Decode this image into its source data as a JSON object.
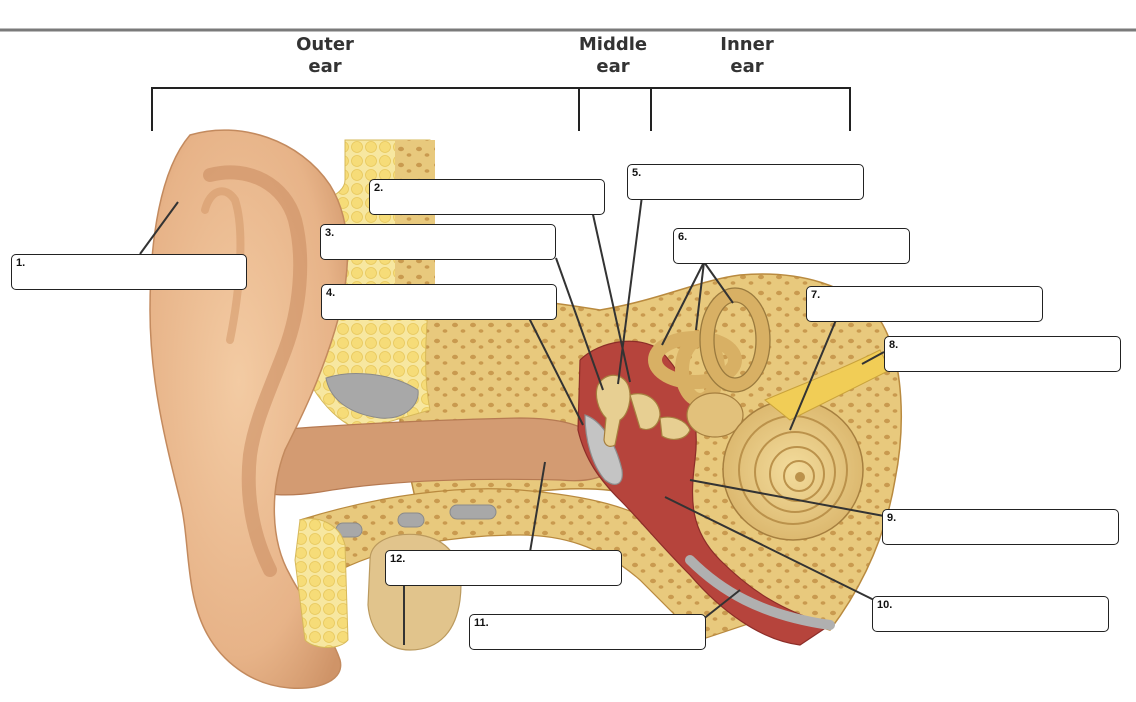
{
  "regions": {
    "outer": [
      "Outer",
      "ear"
    ],
    "middle": [
      "Middle",
      "ear"
    ],
    "inner": [
      "Inner",
      "ear"
    ]
  },
  "labels": [
    {
      "num": "1.",
      "value": ""
    },
    {
      "num": "2.",
      "value": ""
    },
    {
      "num": "3.",
      "value": ""
    },
    {
      "num": "4.",
      "value": ""
    },
    {
      "num": "5.",
      "value": ""
    },
    {
      "num": "6.",
      "value": ""
    },
    {
      "num": "7.",
      "value": ""
    },
    {
      "num": "8.",
      "value": ""
    },
    {
      "num": "9.",
      "value": ""
    },
    {
      "num": "10.",
      "value": ""
    },
    {
      "num": "11.",
      "value": ""
    },
    {
      "num": "12.",
      "value": ""
    }
  ],
  "colors": {
    "skin": "#e9b98d",
    "skin_shadow": "#c98b5e",
    "bone": "#e8c97d",
    "fat": "#f7e28c",
    "cavity": "#b8423a",
    "cartilage": "#a9a9a9",
    "line": "#333333"
  }
}
